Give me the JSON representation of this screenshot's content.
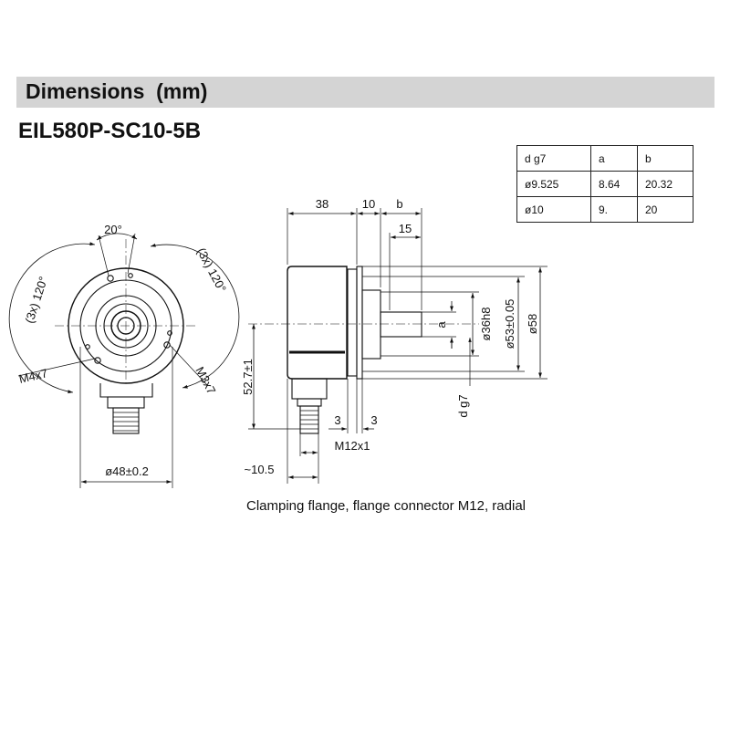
{
  "header": {
    "title": "Dimensions  (mm)"
  },
  "model": "EIL580P-SC10-5B",
  "table": {
    "headers": [
      "d g7",
      "a",
      "b"
    ],
    "rows": [
      [
        "ø9.525",
        "8.64",
        "20.32"
      ],
      [
        "ø10",
        "9.",
        "20"
      ]
    ]
  },
  "front_view": {
    "angle_top": "20°",
    "angle_left": "(3x) 120°",
    "angle_right": "(3x) 120°",
    "thread_left": "M4x7",
    "thread_right": "M3x7",
    "diameter_bottom": "ø48±0.2"
  },
  "side_view": {
    "dim_38": "38",
    "dim_10": "10",
    "dim_b": "b",
    "dim_15": "15",
    "dim_a": "a",
    "dim_36": "ø36h8",
    "dim_53": "ø53±0.05",
    "dim_58": "ø58",
    "dim_dg7": "d g7",
    "dim_52": "52.7±1",
    "dim_3_left": "3",
    "dim_3_right": "3",
    "dim_m12": "M12x1",
    "dim_105": "~10.5"
  },
  "caption": "Clamping flange, flange connector M12, radial"
}
